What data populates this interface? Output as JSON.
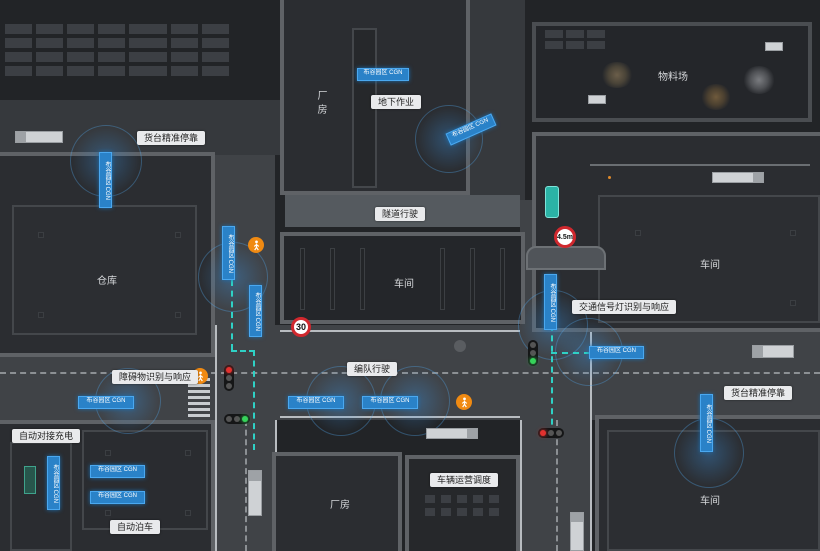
{
  "labels": {
    "warehouse": "仓库",
    "factory_left": "厂",
    "factory_left2": "房",
    "underground": "地下作业",
    "dock_left": "货台精准停靠",
    "tunnel": "隧道行驶",
    "workshop_center": "车间",
    "material_yard": "物料场",
    "workshop_right": "车间",
    "traffic_light": "交通信号灯识别与响应",
    "obstacle": "障碍物识别与响应",
    "platoon": "编队行驶",
    "dock_right": "货台精准停靠",
    "auto_charge": "自动对接充电",
    "auto_park": "自动泊车",
    "factory_bottom": "厂房",
    "dispatch": "车辆运营调度",
    "workshop_bottom": "车间"
  },
  "signs": {
    "speed_limit": "30",
    "height_limit": "4.5m"
  },
  "vehicles": {
    "bus_label": "布谷园区 CGN",
    "bus_label_short": "Σ布谷园区"
  },
  "colors": {
    "bus": "#2a82c8",
    "path": "#2fd1c5",
    "alert": "#f08a12"
  }
}
